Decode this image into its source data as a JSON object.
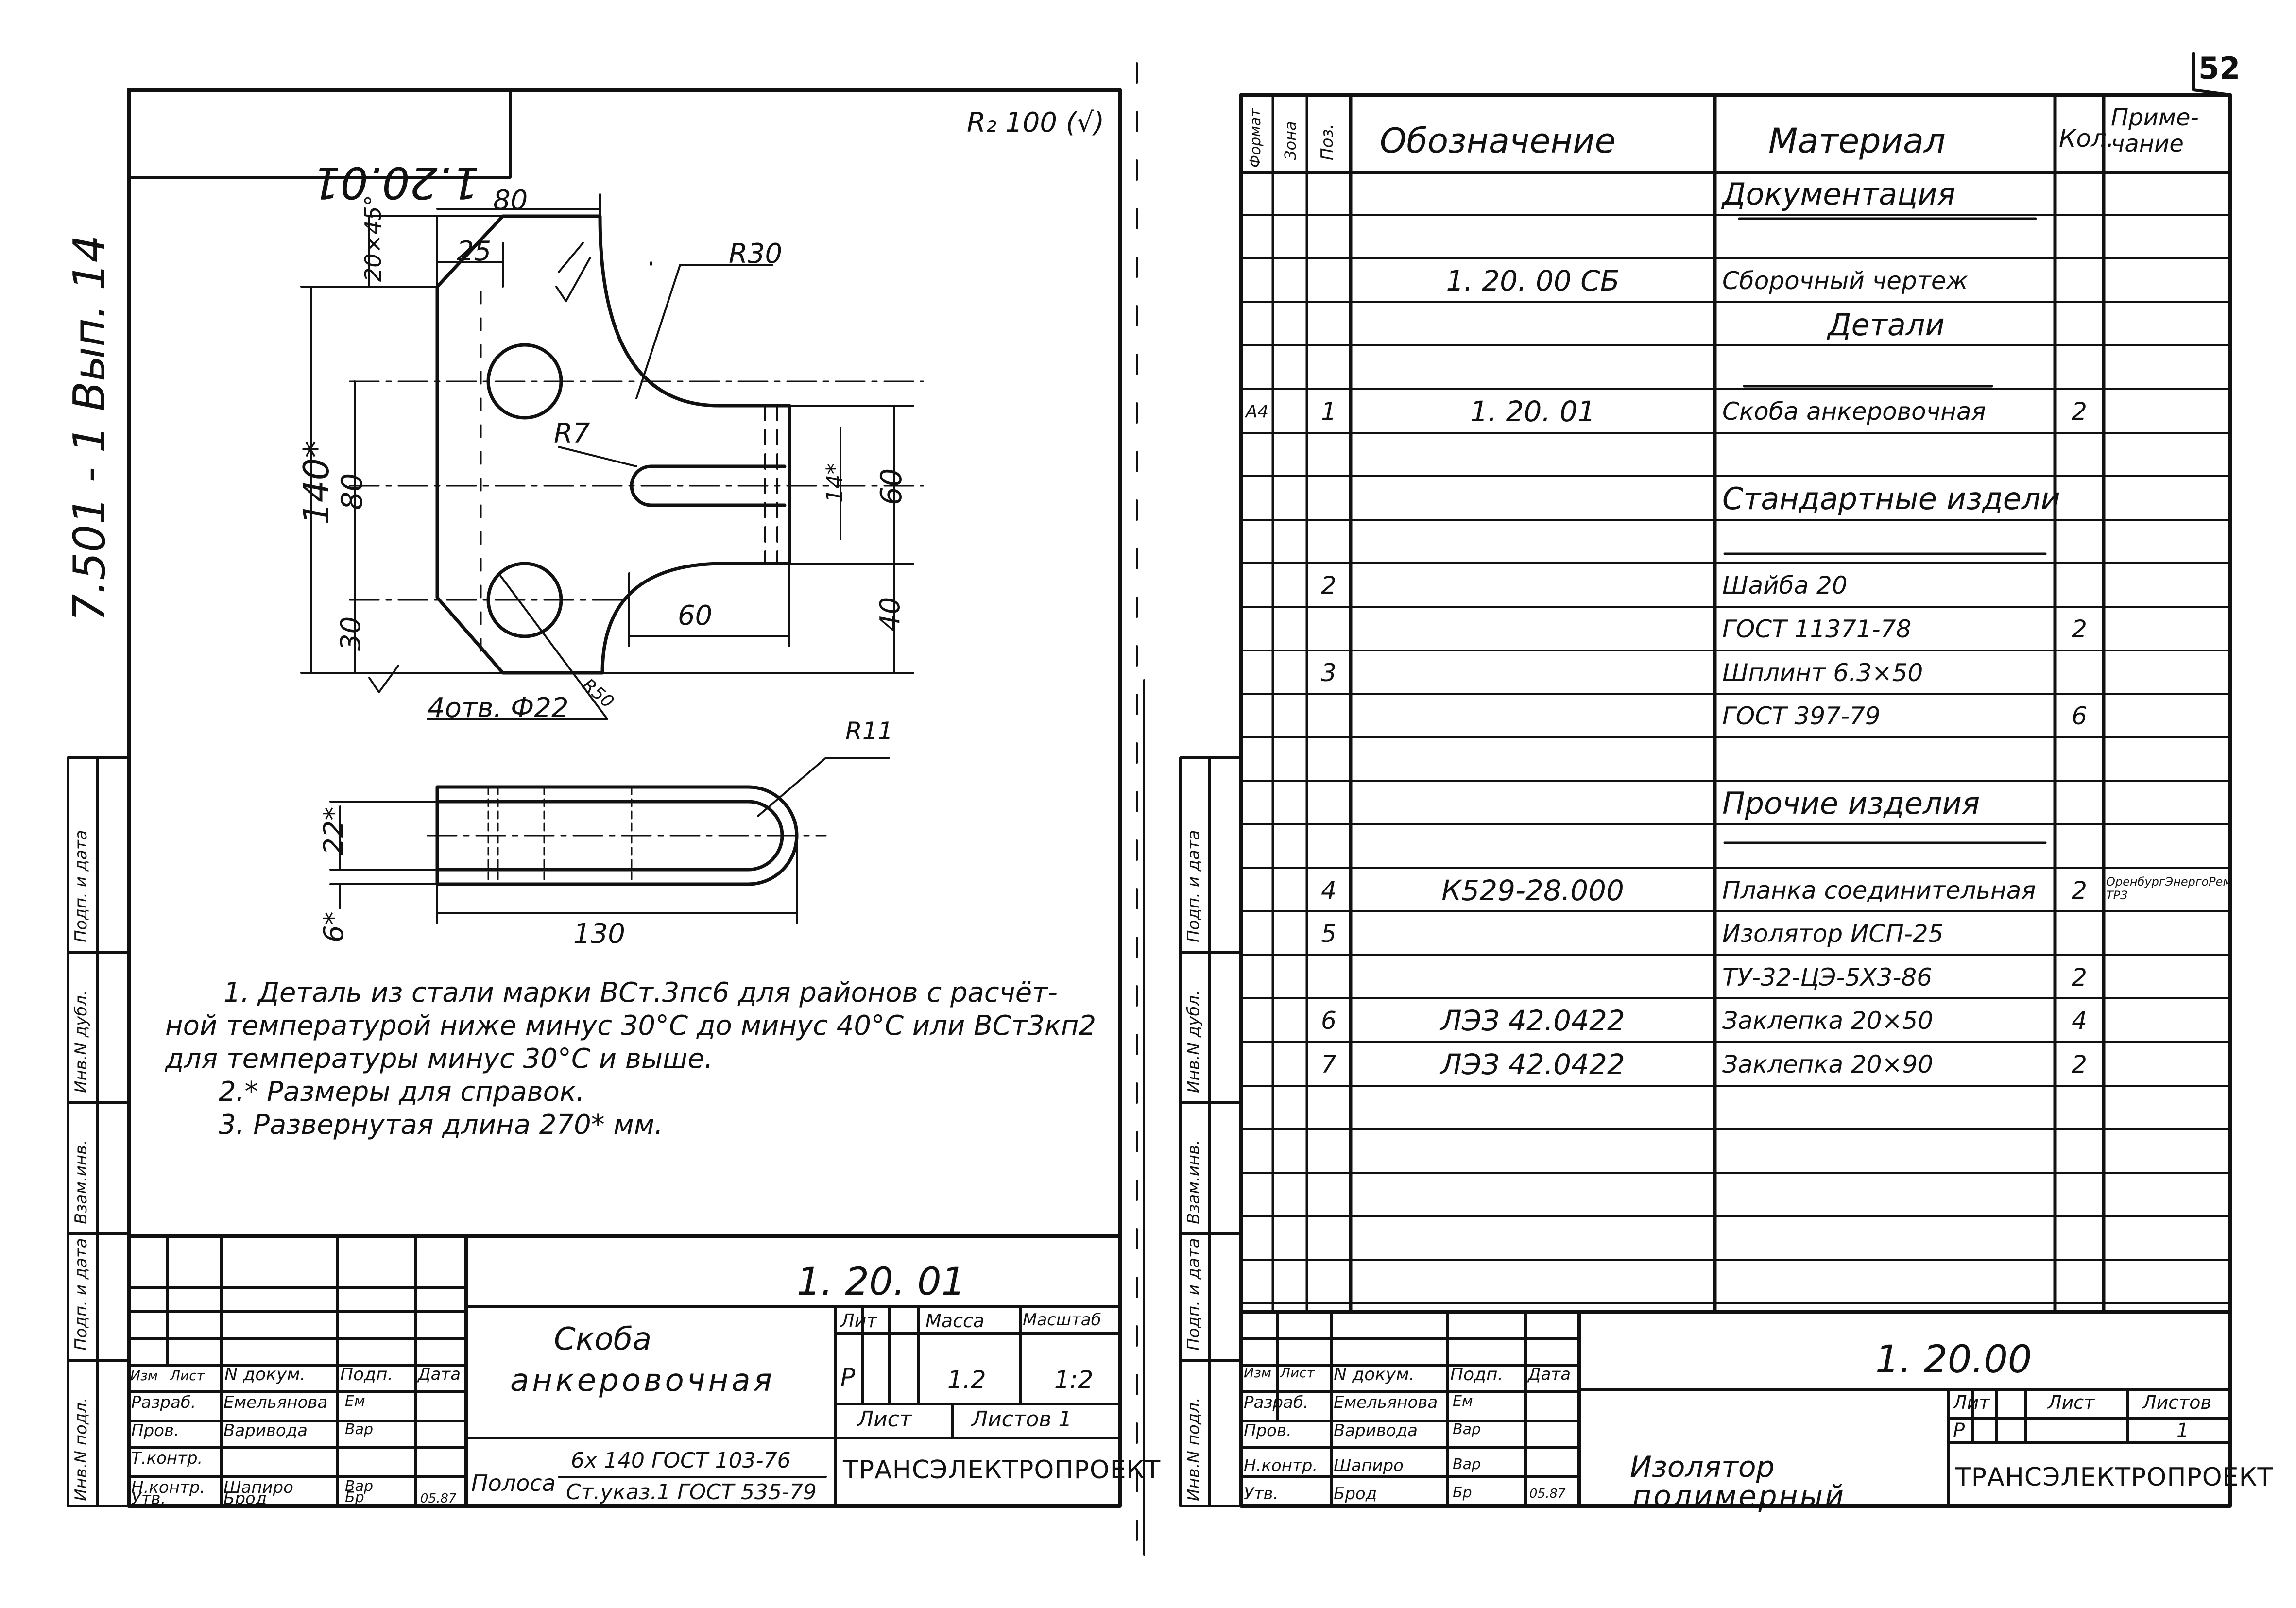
{
  "page_number": "52",
  "left_margin_text": "7.501 - 1 Вып. 14",
  "left_sheet": {
    "stamp_code": "1.20.01",
    "roughness": "R₂ 100 (√)",
    "dims": {
      "d80": "80",
      "d25": "25",
      "chamfer": "20×45°",
      "r30": "R30",
      "r7": "R7",
      "d140": "140*",
      "d80v": "80",
      "d30": "30",
      "d14": "14*",
      "d60v": "60",
      "d40": "40",
      "d60h": "60",
      "holes": "4отв. Ф22",
      "r50": "R50",
      "r11": "R11",
      "d22": "22*",
      "d6": "6*",
      "d130": "130"
    },
    "notes": [
      "1. Деталь из стали марки ВСт.3пс6 для районов с расчёт-",
      "ной температурой ниже минус 30°С до минус 40°С или ВСт3кп2",
      "для температуры минус 30°С и выше.",
      "2.* Размеры для справок.",
      "3. Развернутая длина 270* мм."
    ],
    "side_labels": [
      "Инв.N подл.",
      "Подп. и дата",
      "Взам.инв.",
      "Инв.N дубл.",
      "Подп. и дата"
    ],
    "title_block": {
      "doc_number": "1. 20. 01",
      "name_line1": "Скоба",
      "name_line2": "анкеровочная",
      "lit": "Лит",
      "mass": "Масса",
      "scale": "Масштаб",
      "lit_value": "Р",
      "mass_value": "1.2",
      "scale_value": "1:2",
      "sheet": "Лист",
      "sheets": "Листов 1",
      "material_prefix": "Полоса",
      "material_top": "6х 140 ГОСТ 103-76",
      "material_bottom": "Ст.указ.1 ГОСТ 535-79",
      "org": "ТРАНСЭЛЕКТРОПРОЕКТ",
      "headers": [
        "Изм",
        "Лист",
        "N докум.",
        "Подп.",
        "Дата"
      ],
      "rows": [
        {
          "role": "Разраб.",
          "name": "Емельянова",
          "sign": "Ем"
        },
        {
          "role": "Пров.",
          "name": "Варивода",
          "sign": "Вар"
        },
        {
          "role": "Т.контр.",
          "name": "",
          "sign": ""
        },
        {
          "role": "",
          "name": "",
          "sign": ""
        },
        {
          "role": "Н.контр.",
          "name": "Шапиро",
          "sign": "Вар"
        },
        {
          "role": "Утв.",
          "name": "Брод",
          "sign": "Бр",
          "date": "05.87"
        }
      ]
    }
  },
  "right_sheet": {
    "headers": {
      "format": "Формат",
      "zone": "Зона",
      "pos": "Поз.",
      "designation": "Обозначение",
      "material": "Материал",
      "qty": "Кол.",
      "note": "Приме-чание"
    },
    "rows": [
      {
        "format": "",
        "pos": "",
        "designation": "",
        "material": "Документация",
        "qty": "",
        "note": "",
        "underline": true
      },
      {
        "format": "",
        "pos": "",
        "designation": "",
        "material": "",
        "qty": "",
        "note": ""
      },
      {
        "format": "",
        "pos": "",
        "designation": "1. 20. 00 СБ",
        "material": "Сборочный чертеж",
        "qty": "",
        "note": ""
      },
      {
        "format": "",
        "pos": "",
        "designation": "",
        "material": "Детали",
        "qty": "",
        "note": "",
        "underline": true,
        "center": true
      },
      {
        "format": "",
        "pos": "",
        "designation": "",
        "material": "",
        "qty": "",
        "note": ""
      },
      {
        "format": "А4",
        "pos": "1",
        "designation": "1. 20. 01",
        "material": "Скоба анкеровочная",
        "qty": "2",
        "note": ""
      },
      {
        "format": "",
        "pos": "",
        "designation": "",
        "material": "",
        "qty": "",
        "note": ""
      },
      {
        "format": "",
        "pos": "",
        "designation": "",
        "material": "Стандартные изделия",
        "qty": "",
        "note": "",
        "underline": true
      },
      {
        "format": "",
        "pos": "",
        "designation": "",
        "material": "",
        "qty": "",
        "note": ""
      },
      {
        "format": "",
        "pos": "2",
        "designation": "",
        "material": "Шайба 20",
        "qty": "",
        "note": ""
      },
      {
        "format": "",
        "pos": "",
        "designation": "",
        "material": "ГОСТ 11371-78",
        "qty": "2",
        "note": ""
      },
      {
        "format": "",
        "pos": "3",
        "designation": "",
        "material": "Шплинт 6.3×50",
        "qty": "",
        "note": ""
      },
      {
        "format": "",
        "pos": "",
        "designation": "",
        "material": "ГОСТ 397-79",
        "qty": "6",
        "note": ""
      },
      {
        "format": "",
        "pos": "",
        "designation": "",
        "material": "",
        "qty": "",
        "note": ""
      },
      {
        "format": "",
        "pos": "",
        "designation": "",
        "material": "Прочие изделия",
        "qty": "",
        "note": "",
        "underline": true
      },
      {
        "format": "",
        "pos": "",
        "designation": "",
        "material": "",
        "qty": "",
        "note": ""
      },
      {
        "format": "",
        "pos": "4",
        "designation": "К529-28.000",
        "material": "Планка соединительная",
        "qty": "2",
        "note": "ОренбургЭнергоРемонт ТРЗ"
      },
      {
        "format": "",
        "pos": "5",
        "designation": "",
        "material": "Изолятор ИСП-25",
        "qty": "",
        "note": ""
      },
      {
        "format": "",
        "pos": "",
        "designation": "",
        "material": "ТУ-32-ЦЭ-5Х3-86",
        "qty": "2",
        "note": ""
      },
      {
        "format": "",
        "pos": "6",
        "designation": "ЛЭЗ 42.0422",
        "material": "Заклепка 20×50",
        "qty": "4",
        "note": ""
      },
      {
        "format": "",
        "pos": "7",
        "designation": "ЛЭЗ 42.0422",
        "material": "Заклепка 20×90",
        "qty": "2",
        "note": ""
      },
      {
        "format": "",
        "pos": "",
        "designation": "",
        "material": "",
        "qty": "",
        "note": ""
      },
      {
        "format": "",
        "pos": "",
        "designation": "",
        "material": "",
        "qty": "",
        "note": ""
      },
      {
        "format": "",
        "pos": "",
        "designation": "",
        "material": "",
        "qty": "",
        "note": ""
      },
      {
        "format": "",
        "pos": "",
        "designation": "",
        "material": "",
        "qty": "",
        "note": ""
      },
      {
        "format": "",
        "pos": "",
        "designation": "",
        "material": "",
        "qty": "",
        "note": ""
      }
    ],
    "side_labels": [
      "Инв.N подл.",
      "Подп. и дата",
      "Взам.инв.",
      "Инв.N дубл.",
      "Подп. и дата"
    ],
    "title_block": {
      "doc_number": "1. 20.00",
      "name_line1": "Изолятор",
      "name_line2": "полимерный",
      "lit": "Лит",
      "sheet": "Лист",
      "sheets": "Листов",
      "lit_value": "Р",
      "sheets_value": "1",
      "org": "ТРАНСЭЛЕКТРОПРОЕКТ",
      "headers": [
        "Изм",
        "Лист",
        "N докум.",
        "Подп.",
        "Дата"
      ],
      "rows": [
        {
          "role": "Разраб.",
          "name": "Емельянова",
          "sign": "Ем"
        },
        {
          "role": "Пров.",
          "name": "Варивода",
          "sign": "Вар"
        },
        {
          "role": "",
          "name": "",
          "sign": ""
        },
        {
          "role": "Н.контр.",
          "name": "Шапиро",
          "sign": "Вар"
        },
        {
          "role": "Утв.",
          "name": "Брод",
          "sign": "Бр",
          "date": "05.87"
        }
      ]
    }
  }
}
